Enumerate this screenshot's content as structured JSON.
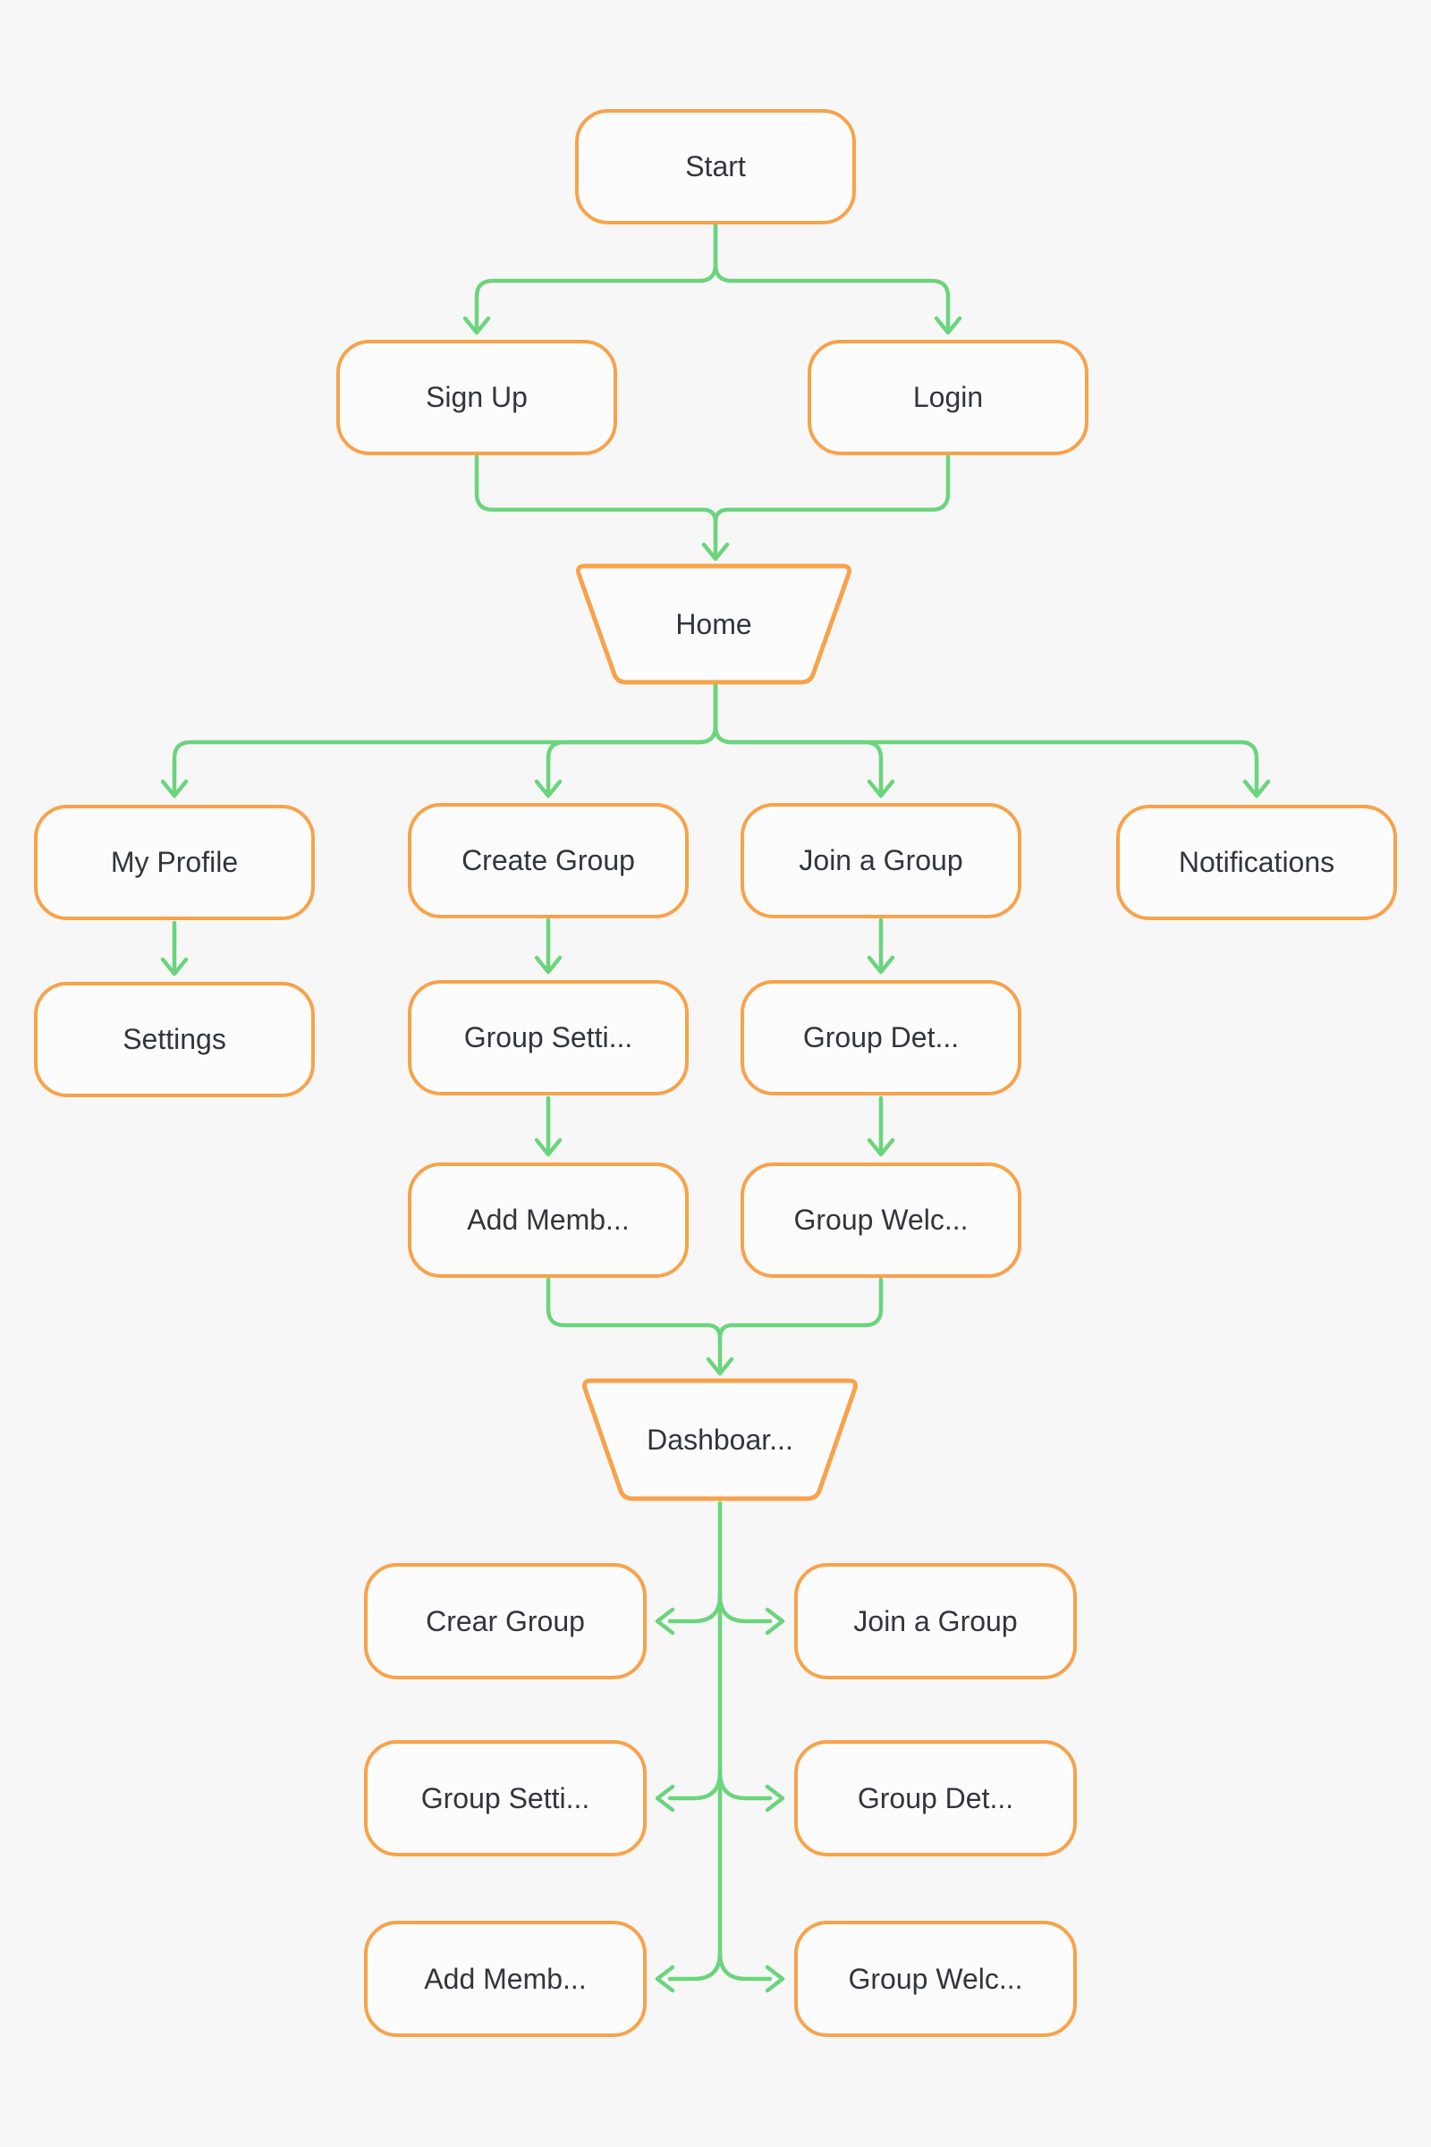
{
  "colors": {
    "background": "#f7f7f7",
    "node_fill": "#fcfcfc",
    "node_border": "#f8a24a",
    "connector": "#6bd47d",
    "text": "#32363b"
  },
  "diagram": {
    "nodes": {
      "start": {
        "label": "Start",
        "shape": "rounded"
      },
      "sign_up": {
        "label": "Sign Up",
        "shape": "rounded"
      },
      "login": {
        "label": "Login",
        "shape": "rounded"
      },
      "home": {
        "label": "Home",
        "shape": "trapezoid"
      },
      "my_profile": {
        "label": "My Profile",
        "shape": "rounded"
      },
      "create_group": {
        "label": "Create Group",
        "shape": "rounded"
      },
      "join_group": {
        "label": "Join a Group",
        "shape": "rounded"
      },
      "notifications": {
        "label": "Notifications",
        "shape": "rounded"
      },
      "settings": {
        "label": "Settings",
        "shape": "rounded"
      },
      "group_settings": {
        "label": "Group Setti...",
        "shape": "rounded"
      },
      "group_details": {
        "label": "Group Det...",
        "shape": "rounded"
      },
      "add_members": {
        "label": "Add Memb...",
        "shape": "rounded"
      },
      "group_welcome": {
        "label": "Group Welc...",
        "shape": "rounded"
      },
      "dashboard": {
        "label": "Dashboar...",
        "shape": "trapezoid"
      },
      "crear_group": {
        "label": "Crear Group",
        "shape": "rounded"
      },
      "join_group_2": {
        "label": "Join a Group",
        "shape": "rounded"
      },
      "group_settings_2": {
        "label": "Group Setti...",
        "shape": "rounded"
      },
      "group_details_2": {
        "label": "Group Det...",
        "shape": "rounded"
      },
      "add_members_2": {
        "label": "Add Memb...",
        "shape": "rounded"
      },
      "group_welcome_2": {
        "label": "Group Welc...",
        "shape": "rounded"
      }
    },
    "edges": [
      [
        "start",
        "sign_up"
      ],
      [
        "start",
        "login"
      ],
      [
        "sign_up",
        "home"
      ],
      [
        "login",
        "home"
      ],
      [
        "home",
        "my_profile"
      ],
      [
        "home",
        "create_group"
      ],
      [
        "home",
        "join_group"
      ],
      [
        "home",
        "notifications"
      ],
      [
        "my_profile",
        "settings"
      ],
      [
        "create_group",
        "group_settings"
      ],
      [
        "join_group",
        "group_details"
      ],
      [
        "group_settings",
        "add_members"
      ],
      [
        "group_details",
        "group_welcome"
      ],
      [
        "add_members",
        "dashboard"
      ],
      [
        "group_welcome",
        "dashboard"
      ],
      [
        "dashboard",
        "crear_group"
      ],
      [
        "dashboard",
        "join_group_2"
      ],
      [
        "dashboard",
        "group_settings_2"
      ],
      [
        "dashboard",
        "group_details_2"
      ],
      [
        "dashboard",
        "add_members_2"
      ],
      [
        "dashboard",
        "group_welcome_2"
      ]
    ]
  }
}
